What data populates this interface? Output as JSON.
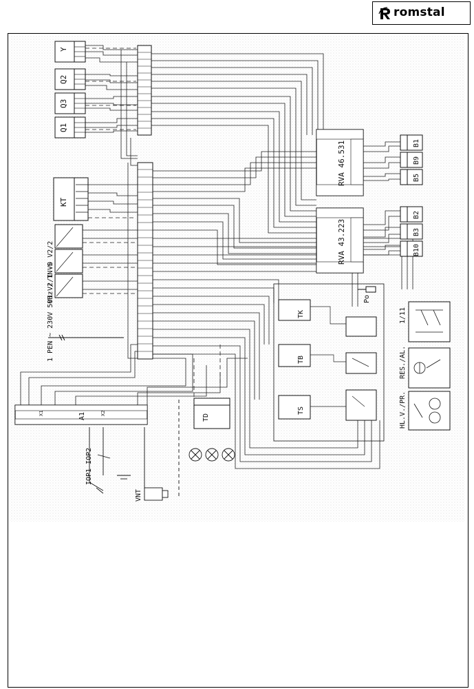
{
  "header": {
    "brand": "romstal"
  },
  "devices": {
    "y": "Y",
    "q2": "Q2",
    "q3": "Q3",
    "q1": "Q1",
    "kt": "KT",
    "valves": "V1-V2/1 V0 V2/2",
    "supply": "1 PEN ~ 230V 50Hz / TN-S",
    "rva46": "RVA 46.531",
    "rva43": "RVA 43.223",
    "b1": "B1",
    "b9": "B9",
    "b5": "B5",
    "b2": "B2",
    "b3": "B3",
    "b10": "B10",
    "po": "Po",
    "tk": "TK",
    "tb": "TB",
    "ts": "TS",
    "td": "TD",
    "a1": "A1",
    "x1": "X1",
    "x2": "X2",
    "iop": "IOP1 IOP2",
    "vnt": "VNT",
    "sw_1_11": "1/11",
    "sw_res": "RES./AL.",
    "sw_hl": "HL.V./PR."
  }
}
